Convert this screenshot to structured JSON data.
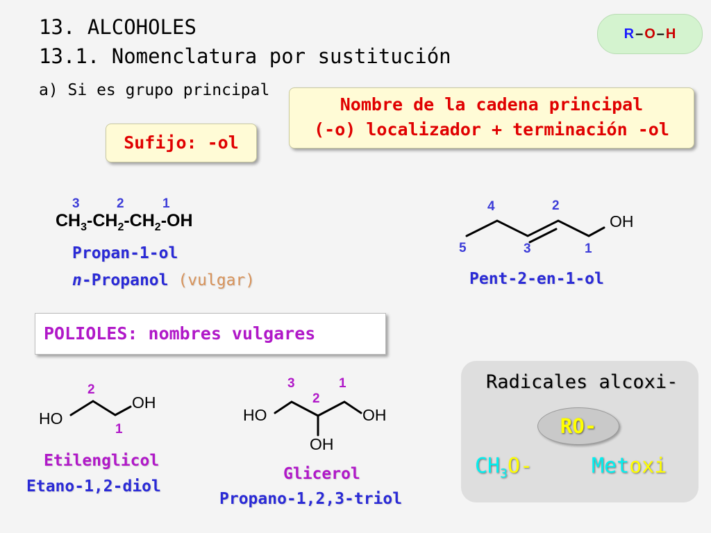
{
  "header": {
    "title": "13. ALCOHOLES",
    "section": "13.1. Nomenclatura por sustitución",
    "case_a": "a) Si es grupo principal",
    "general_formula": {
      "r": "R",
      "dash1": "–",
      "o": "O",
      "dash2": "–",
      "h": "H"
    }
  },
  "rule": {
    "line1": "Nombre de la cadena principal",
    "line2": "(-o) localizador + terminación -ol",
    "suffix": "Sufijo: -ol"
  },
  "propanol": {
    "locants": [
      "3",
      "2",
      "1"
    ],
    "formula_parts": {
      "p1": "CH",
      "s1": "3",
      "p2": "-CH",
      "s2": "2",
      "p3": "-CH",
      "s3": "2",
      "p4": "-OH"
    },
    "name": "Propan-1-ol",
    "common_prefix": "n",
    "common_rest": "-Propanol",
    "vulgar_label": "(vulgar)"
  },
  "pentenol": {
    "locants": {
      "c1": "1",
      "c2": "2",
      "c3": "3",
      "c4": "4",
      "c5": "5"
    },
    "oh": "OH",
    "name": "Pent-2-en-1-ol"
  },
  "polioles": {
    "label": "POLIOLES: nombres vulgares"
  },
  "etilenglicol": {
    "ho": "HO",
    "oh": "OH",
    "locants": {
      "c1": "1",
      "c2": "2"
    },
    "common_name": "Etilenglicol",
    "iupac_name": "Etano-1,2-diol"
  },
  "glicerol": {
    "ho": "HO",
    "oh_right": "OH",
    "oh_bottom": "OH",
    "locants": {
      "c1": "1",
      "c2": "2",
      "c3": "3"
    },
    "common_name": "Glicerol",
    "iupac_name": "Propano-1,2,3-triol"
  },
  "radicales": {
    "title": "Radicales alcoxi-",
    "general": "RO-",
    "example_formula": {
      "ch": "CH",
      "sub": "3",
      "o": "O-"
    },
    "example_name": {
      "met": "Met",
      "oxi": "oxi"
    }
  },
  "colors": {
    "rule_text": "#e00000",
    "name_blue": "#2a2ad6",
    "name_purple": "#b018c8",
    "vulgar": "#d8935a",
    "cyan": "#00f0f0",
    "yellow": "#ffff00"
  }
}
